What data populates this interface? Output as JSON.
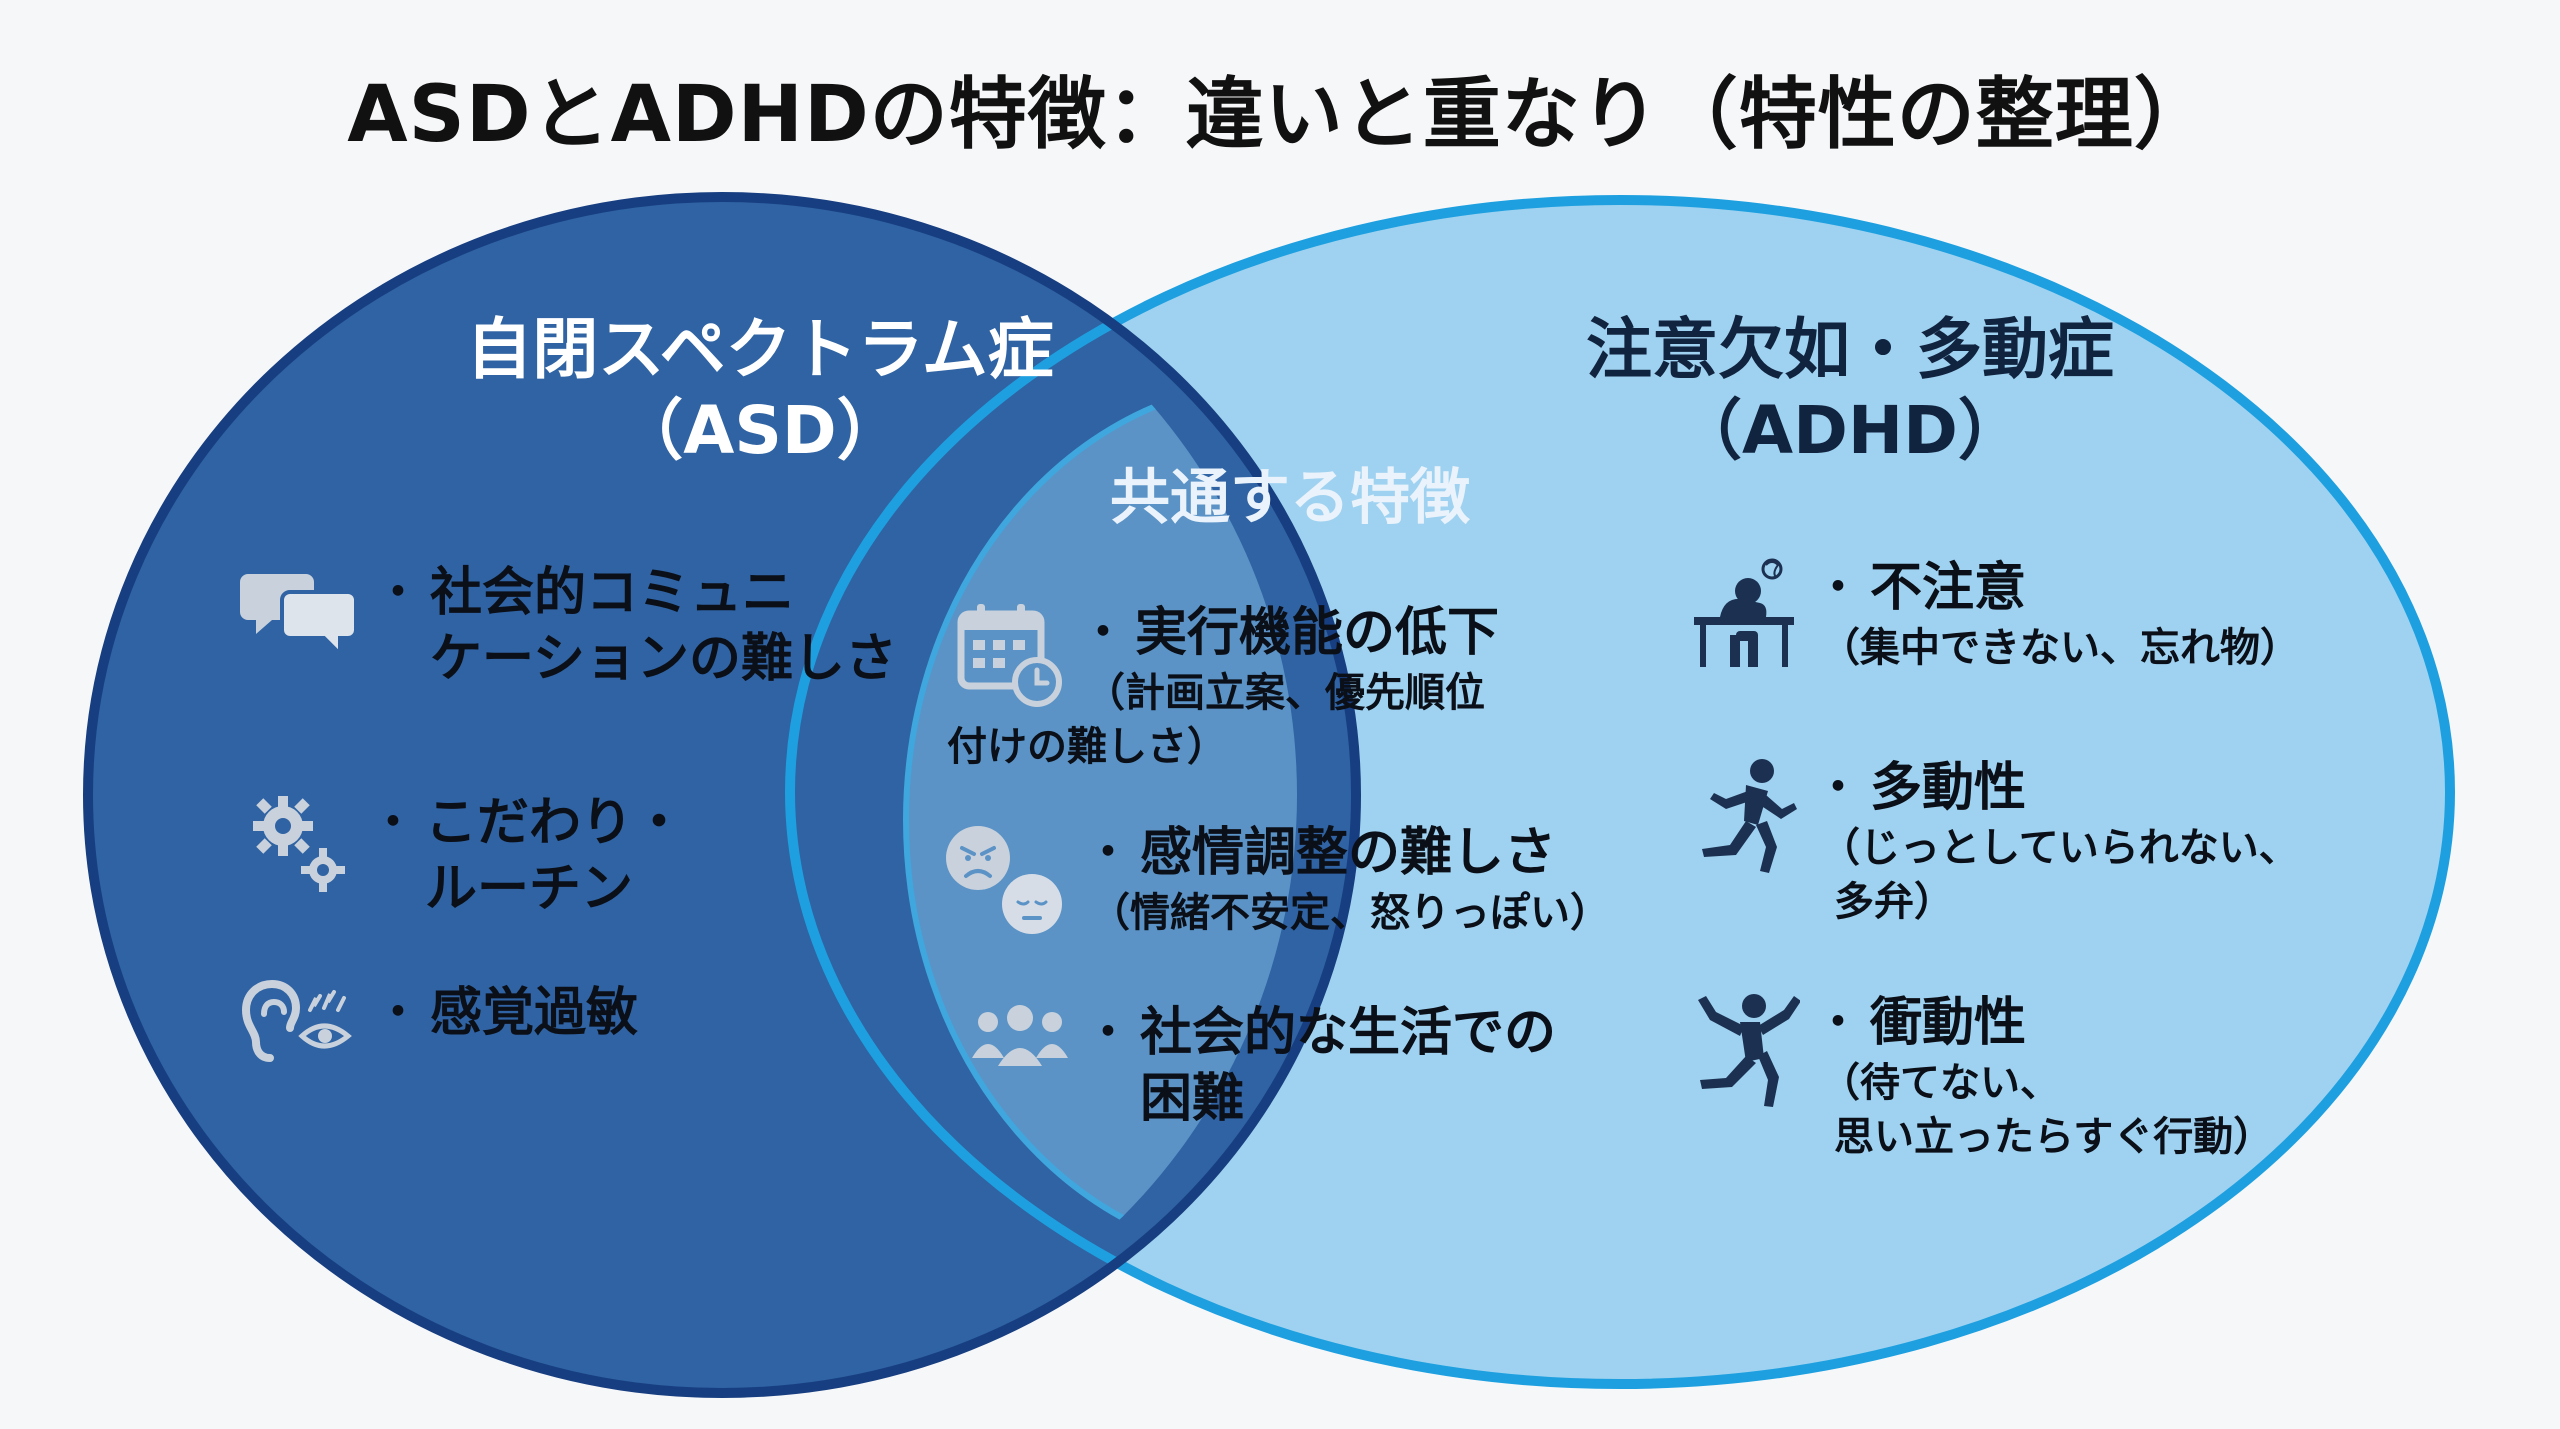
{
  "title": "ASDとADHDの特徴：違いと重なり（特性の整理）",
  "colors": {
    "background": "#f6f7f9",
    "asd_fill": "#2f63a3",
    "asd_border": "#173e80",
    "adhd_fill": "#9fd2f0",
    "adhd_border": "#1ea0e0",
    "overlap_fill": "#5b93c6",
    "icon_gray": "#c8d1dc",
    "icon_dark": "#1c3152"
  },
  "asd": {
    "heading": [
      "自閉スペクトラム症",
      "（ASD）"
    ],
    "items": [
      {
        "icon": "chat-bubbles-icon",
        "lines": [
          "社会的コミュニ",
          "ケーションの難しさ"
        ]
      },
      {
        "icon": "gears-icon",
        "lines": [
          "こだわり・",
          "ルーチン"
        ]
      },
      {
        "icon": "ear-eye-sensory-icon",
        "lines": [
          "感覚過敏"
        ]
      }
    ]
  },
  "common": {
    "heading": "共通する特徴",
    "items": [
      {
        "icon": "calendar-clock-icon",
        "title": "実行機能の低下",
        "sub": [
          "（計画立案、優先順位",
          "付けの難しさ）"
        ]
      },
      {
        "icon": "emotion-faces-icon",
        "title": "感情調整の難しさ",
        "sub": [
          "（情緒不安定、怒りっぽい）"
        ]
      },
      {
        "icon": "people-group-icon",
        "lines": [
          "社会的な生活での",
          "困難"
        ]
      }
    ]
  },
  "adhd": {
    "heading": [
      "注意欠如・多動症",
      "（ADHD）"
    ],
    "items": [
      {
        "icon": "distracted-person-desk-icon",
        "title": "不注意",
        "sub": [
          "（集中できない、忘れ物）"
        ]
      },
      {
        "icon": "running-person-icon",
        "title": "多動性",
        "sub": [
          "（じっとしていられない、",
          "多弁）"
        ]
      },
      {
        "icon": "jumping-person-icon",
        "title": "衝動性",
        "sub": [
          "（待てない、",
          "思い立ったらすぐ行動）"
        ]
      }
    ]
  },
  "bullet": "・"
}
